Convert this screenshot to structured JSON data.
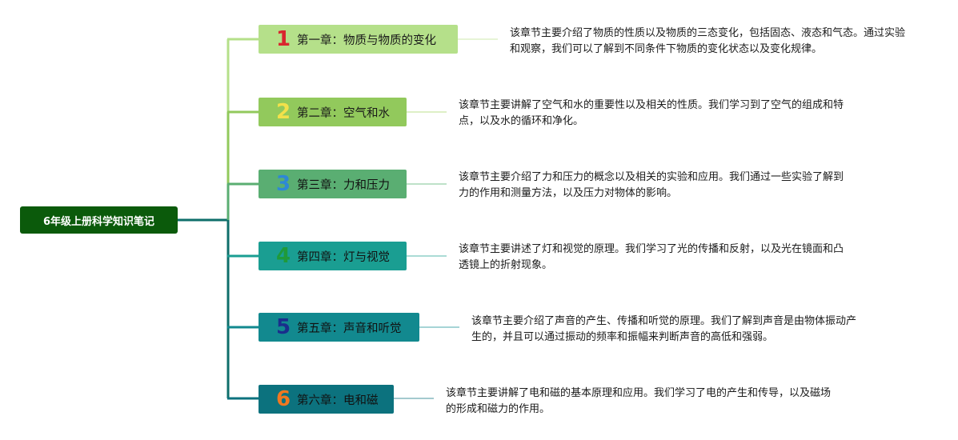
{
  "root": {
    "title": "6年级上册科学知识笔记"
  },
  "chapters": [
    {
      "number": "1",
      "title": "第一章：物质与物质的变化",
      "num_color": "#d9262e",
      "box_color": "#b5e08a",
      "text_color": "#1a1a1a",
      "desc": "该章节主要介绍了物质的性质以及物质的三态变化，包括固态、液态和气态。通过实验和观察，我们可以了解到不同条件下物质的变化状态以及变化规律。"
    },
    {
      "number": "2",
      "title": "第二章：空气和水",
      "num_color": "#f2e14a",
      "box_color": "#92c95c",
      "text_color": "#1a1a1a",
      "desc": "该章节主要讲解了空气和水的重要性以及相关的性质。我们学习到了空气的组成和特点，以及水的循环和净化。"
    },
    {
      "number": "3",
      "title": "第三章：力和压力",
      "num_color": "#2e88d6",
      "box_color": "#5aae72",
      "text_color": "#111111",
      "desc": "该章节主要介绍了力和压力的概念以及相关的实验和应用。我们通过一些实验了解到力的作用和测量方法，以及压力对物体的影响。"
    },
    {
      "number": "4",
      "title": "第四章：灯与视觉",
      "num_color": "#1f9a3a",
      "box_color": "#1a9e92",
      "text_color": "#111111",
      "desc": "该章节主要讲述了灯和视觉的原理。我们学习了光的传播和反射，以及光在镜面和凸透镜上的折射现象。"
    },
    {
      "number": "5",
      "title": "第五章：声音和听觉",
      "num_color": "#1a2e8c",
      "box_color": "#12898f",
      "text_color": "#111111",
      "desc": "该章节主要介绍了声音的产生、传播和听觉的原理。我们了解到声音是由物体振动产生的，并且可以通过振动的频率和振幅来判断声音的高低和强弱。"
    },
    {
      "number": "6",
      "title": "第六章：电和磁",
      "num_color": "#f07820",
      "box_color": "#0c727e",
      "text_color": "#111111",
      "desc": "该章节主要讲解了电和磁的基本原理和应用。我们学习了电的产生和传导，以及磁场的形成和磁力的作用。"
    }
  ]
}
